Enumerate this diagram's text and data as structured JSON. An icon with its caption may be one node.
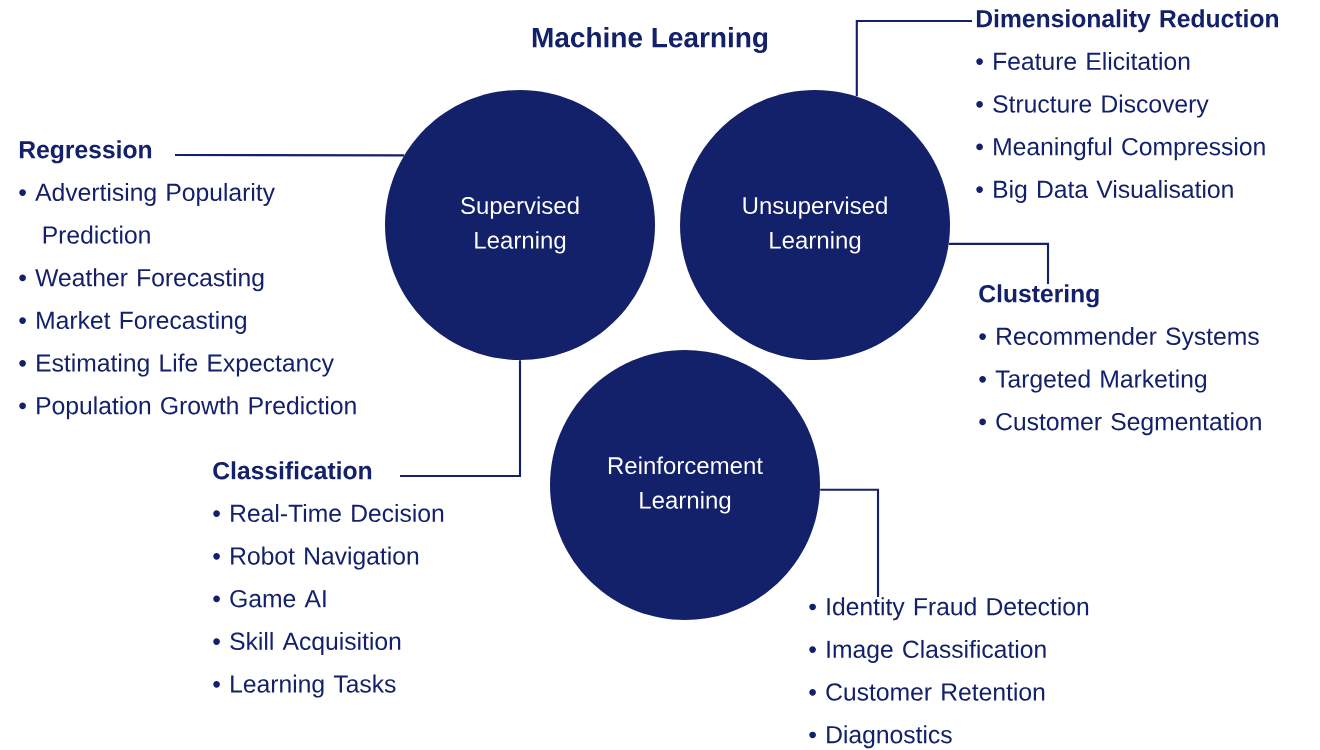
{
  "diagram": {
    "title": "Machine Learning",
    "nodes": [
      {
        "text": [
          "Supervised Learning"
        ]
      },
      {
        "text": [
          "Unsupervised Learning"
        ]
      },
      {
        "text": [
          "Reinforcement Learning"
        ]
      },
      {
        "text": [
          "Regression",
          "• Advertising Popularity Prediction",
          "• Weather Forecasting",
          "• Market Forecasting",
          "• Estimating Life Expectancy",
          "• Population Growth Prediction"
        ]
      },
      {
        "text": [
          "Classification",
          "• Real-Time Decision",
          "• Robot Navigation",
          "• Game AI",
          "• Skill Acquisition",
          "• Learning Tasks"
        ]
      },
      {
        "text": [
          "Dimensionality Reduction",
          "• Feature Elicitation",
          "• Structure Discovery",
          "• Meaningful Compression",
          "• Big Data Visualisation"
        ]
      },
      {
        "text": [
          "Clustering",
          "• Recommender Systems",
          "• Targeted Marketing",
          "• Customer Segmentation"
        ]
      },
      {
        "text": [
          "• Identity Fraud Detection",
          "• Image Classification",
          "• Customer Retention",
          "• Diagnostics"
        ]
      }
    ],
    "edges": [
      {
        "from": 0,
        "to": 3,
        "arrow": "none"
      },
      {
        "from": 0,
        "to": 4,
        "arrow": "none"
      },
      {
        "from": 1,
        "to": 5,
        "arrow": "none"
      },
      {
        "from": 1,
        "to": 6,
        "arrow": "none"
      },
      {
        "from": 2,
        "to": 7,
        "arrow": "none"
      }
    ]
  }
}
